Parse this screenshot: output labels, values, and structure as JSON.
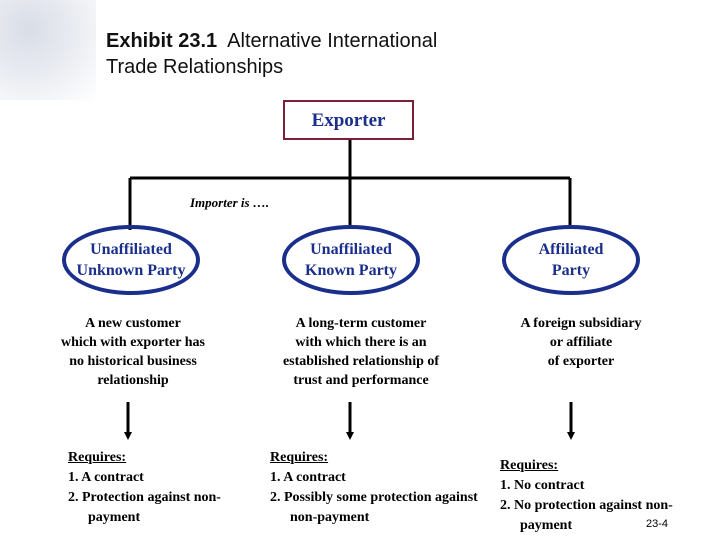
{
  "title": {
    "label": "Exhibit 23.1",
    "text_line1": "Alternative International",
    "text_line2": "Trade Relationships"
  },
  "root": {
    "label": "Exporter"
  },
  "branch_label": "Importer is ….",
  "columns": [
    {
      "node": {
        "line1": "Unaffiliated",
        "line2": "Unknown Party"
      },
      "description": [
        "A new customer",
        "which with exporter has",
        "no historical business",
        "relationship"
      ],
      "requires": {
        "heading": "Requires:",
        "items": [
          "1.  A contract",
          "2.  Protection against non-payment"
        ]
      }
    },
    {
      "node": {
        "line1": "Unaffiliated",
        "line2": "Known Party"
      },
      "description": [
        "A long-term customer",
        "with which there is an",
        "established relationship of",
        "trust and performance"
      ],
      "requires": {
        "heading": "Requires:",
        "items": [
          "1.  A contract",
          "2.  Possibly some protection against non-payment"
        ]
      }
    },
    {
      "node": {
        "line1": "Affiliated",
        "line2": "Party"
      },
      "description": [
        "A foreign subsidiary",
        "or affiliate",
        "of exporter"
      ],
      "requires": {
        "heading": "Requires:",
        "items": [
          "1.  No contract",
          "2.  No protection against non-payment"
        ]
      }
    }
  ],
  "page_number": "23-4",
  "colors": {
    "node_border": "#1a2e8c",
    "node_text": "#1a2e8c",
    "root_border": "#7a1f3a",
    "connector": "#000000"
  }
}
